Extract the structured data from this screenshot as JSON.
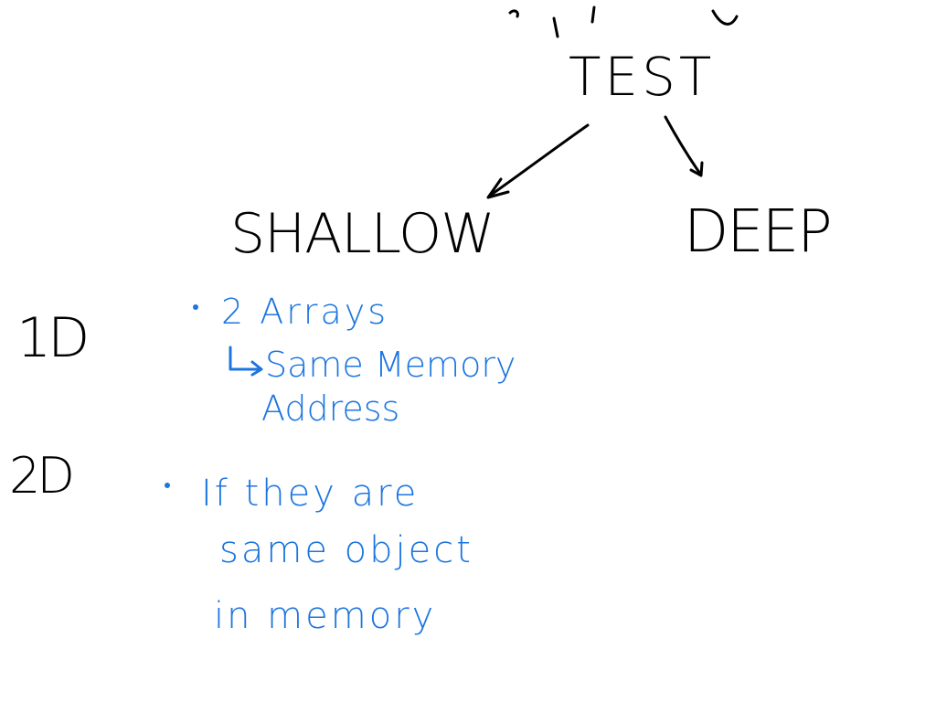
{
  "title": "TEST",
  "branches": {
    "left": "SHALLOW",
    "right": "DEEP"
  },
  "rows": {
    "one": "1D",
    "two": "2D"
  },
  "notes": {
    "one_d": {
      "line1": "2 Arrays",
      "line2": "Same Memory",
      "line3": "Address"
    },
    "two_d": {
      "line1": "If they are",
      "line2": "same object",
      "line3": "in memory"
    }
  },
  "colors": {
    "ink_black": "#000000",
    "ink_blue": "#1c75e0",
    "background": "#ffffff"
  }
}
